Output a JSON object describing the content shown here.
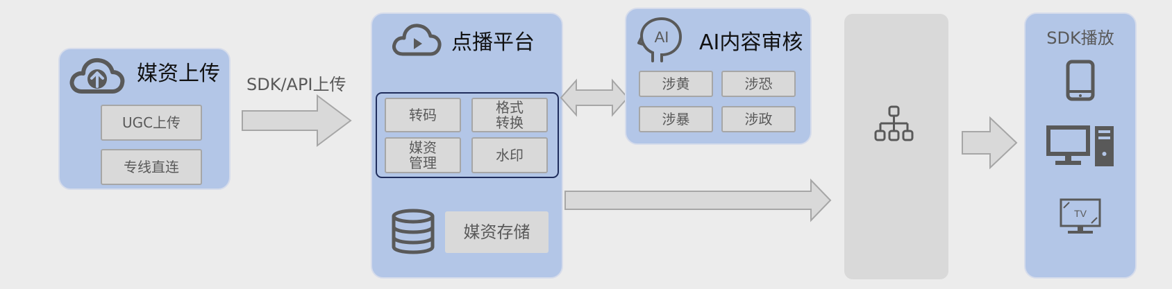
{
  "upload": {
    "title": "媒资上传",
    "items": [
      "UGC上传",
      "专线直连"
    ]
  },
  "arrow1_label": "SDK/API上传",
  "vod": {
    "title": "点播平台",
    "process": [
      "转码",
      "格式\n转换",
      "媒资\n管理",
      "水印"
    ],
    "storage": "媒资存储"
  },
  "ai": {
    "icon_text": "AI",
    "title": "AI内容审核",
    "items": [
      "涉黄",
      "涉恐",
      "涉暴",
      "涉政"
    ]
  },
  "distribute": {
    "title": "全网分发"
  },
  "sdk": {
    "title": "SDK播放",
    "tv_text": "TV"
  },
  "colors": {
    "panel": "#b3c6e7",
    "gray_box": "#d9d9d9",
    "icon": "#595959",
    "arrow_fill": "#d9d9d9",
    "arrow_stroke": "#a6a6a6",
    "process_border": "#1f2d5c"
  },
  "icons": [
    "cloud-upload-icon",
    "cloud-play-icon",
    "database-icon",
    "ai-head-icon",
    "network-icon",
    "phone-icon",
    "desktop-computer-icon",
    "tv-icon"
  ]
}
